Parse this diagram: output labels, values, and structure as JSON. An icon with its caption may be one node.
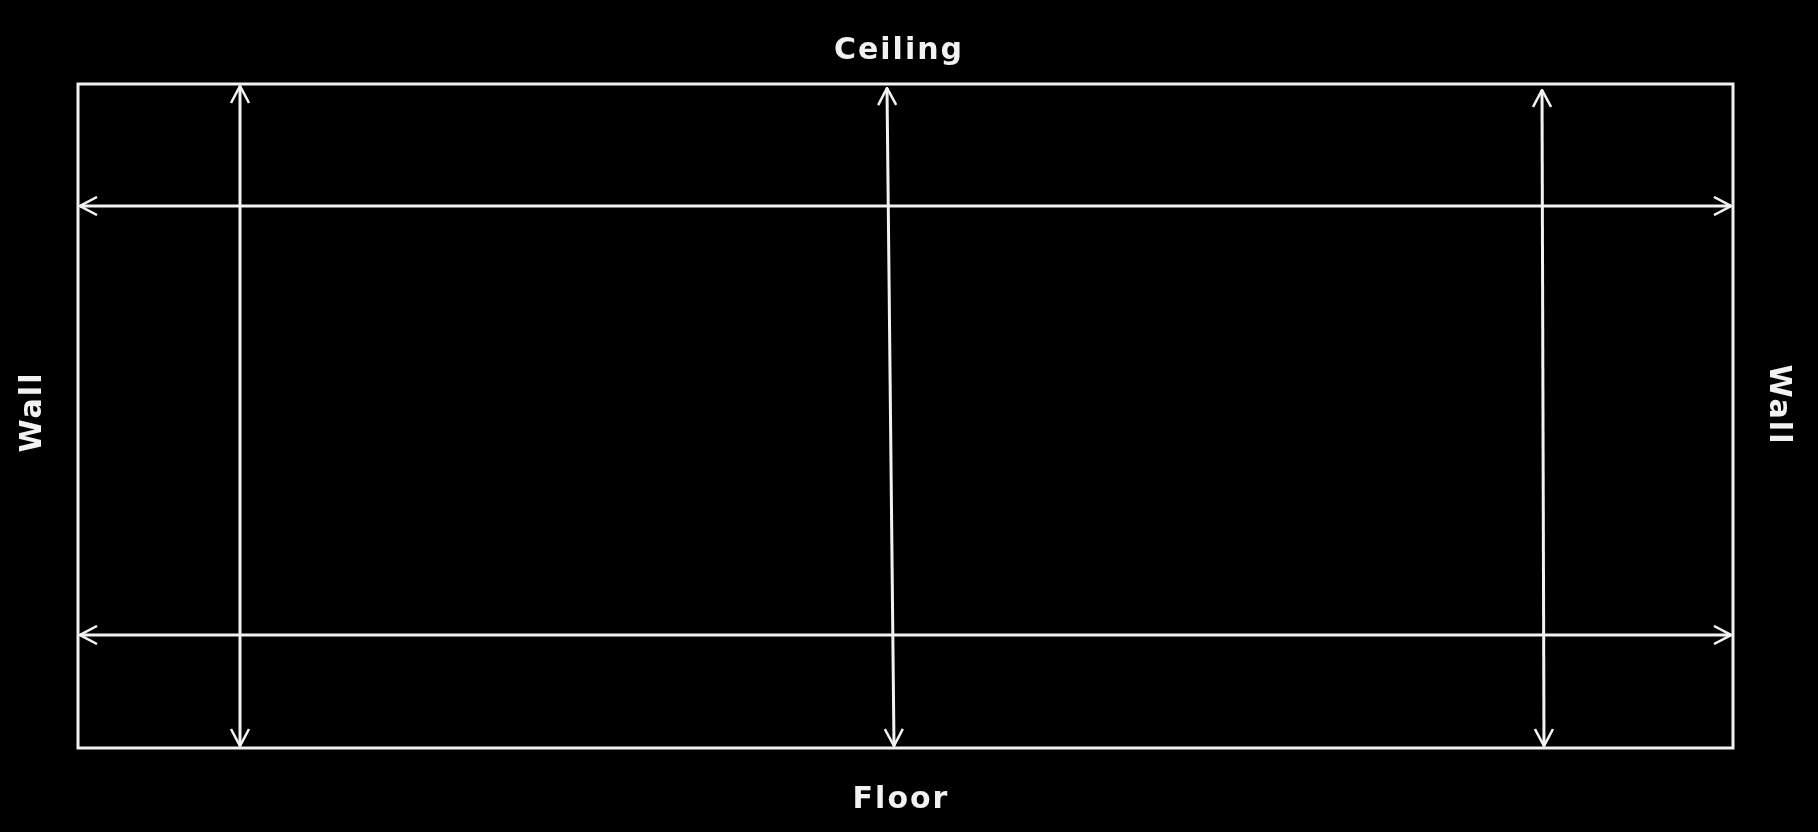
{
  "diagram": {
    "labels": [
      "Ceiling",
      "Wall",
      "Wall",
      "Floor"
    ]
  }
}
